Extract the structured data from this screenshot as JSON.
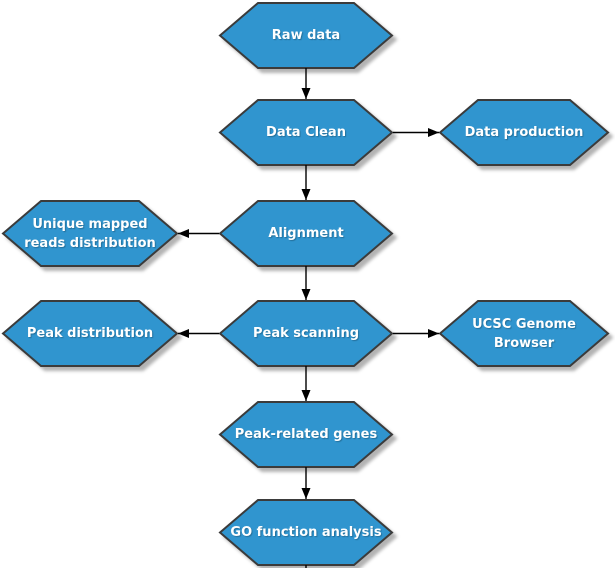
{
  "diagram": {
    "background": "#FFFFFF",
    "colors": {
      "node_fill": "#3095CF",
      "node_border": "#3B3B3B",
      "node_shadow": "#B3B3B3",
      "arrow": "#000000",
      "label_text": "#FFFFFF"
    },
    "nodes": {
      "raw_data": {
        "lines": [
          "Raw data"
        ]
      },
      "data_clean": {
        "lines": [
          "Data Clean"
        ]
      },
      "data_production": {
        "lines": [
          "Data production"
        ]
      },
      "alignment": {
        "lines": [
          "Alignment"
        ]
      },
      "unique_mapped_reads_distribution": {
        "lines": [
          "Unique mapped",
          "reads distribution"
        ]
      },
      "peak_distribution": {
        "lines": [
          "Peak distribution"
        ]
      },
      "peak_scanning": {
        "lines": [
          "Peak scanning"
        ]
      },
      "ucsc_genome_browser": {
        "lines": [
          "UCSC Genome",
          "Browser"
        ]
      },
      "peak_related_genes": {
        "lines": [
          "Peak-related genes"
        ]
      },
      "go_function_analysis": {
        "lines": [
          "GO function analysis"
        ]
      }
    },
    "edges": [
      {
        "from": "Raw data",
        "to": "Data Clean",
        "direction": "down"
      },
      {
        "from": "Data Clean",
        "to": "Data production",
        "direction": "right"
      },
      {
        "from": "Data Clean",
        "to": "Alignment",
        "direction": "down"
      },
      {
        "from": "Alignment",
        "to": "Unique mapped reads distribution",
        "direction": "left"
      },
      {
        "from": "Alignment",
        "to": "Peak scanning",
        "direction": "down"
      },
      {
        "from": "Peak scanning",
        "to": "Peak distribution",
        "direction": "left"
      },
      {
        "from": "Peak scanning",
        "to": "UCSC Genome Browser",
        "direction": "right"
      },
      {
        "from": "Peak scanning",
        "to": "Peak-related genes",
        "direction": "down"
      },
      {
        "from": "Peak-related genes",
        "to": "GO function analysis",
        "direction": "down"
      }
    ]
  }
}
